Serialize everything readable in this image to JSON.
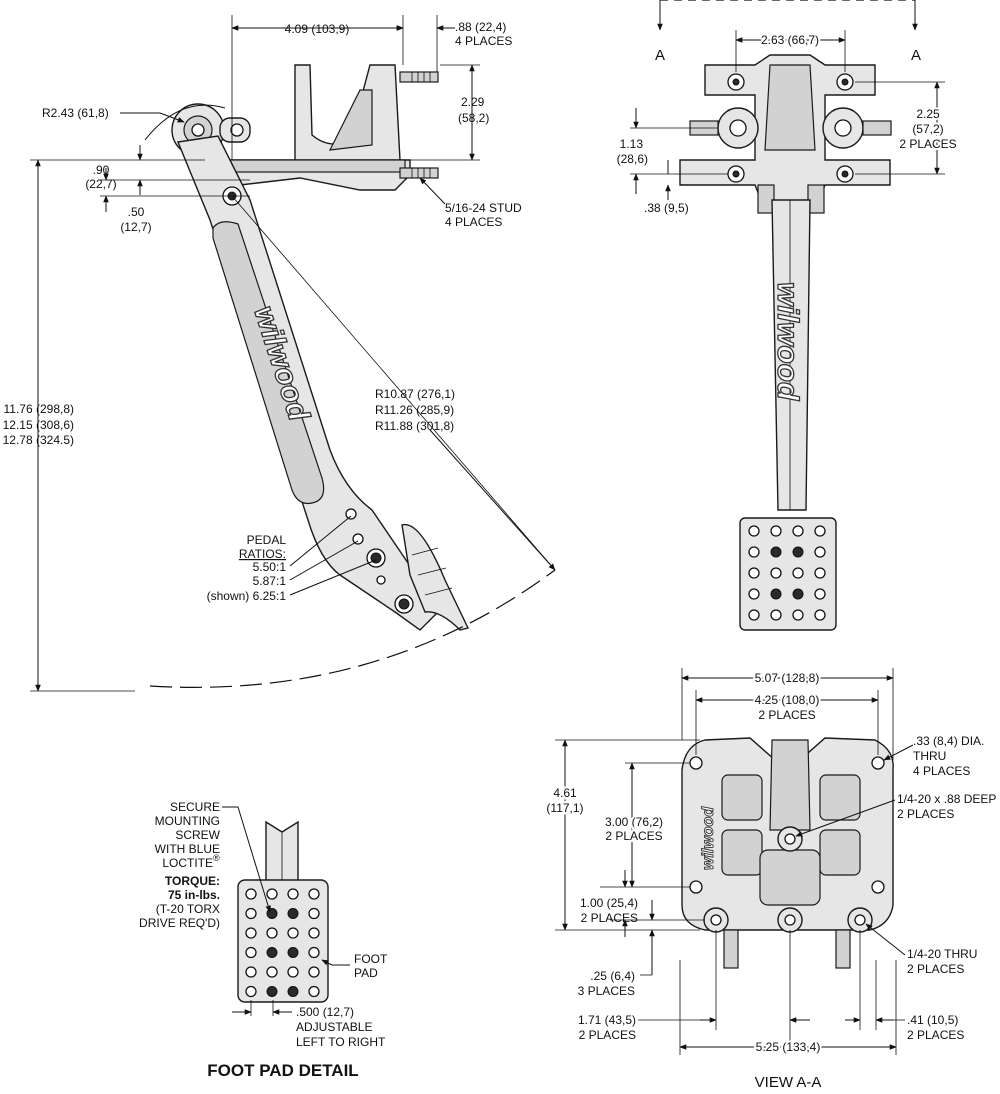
{
  "side_view": {
    "width_dim": "4.09 (103,9)",
    "stud_spacing": ".88 (22,4)",
    "stud_spacing_qty": "4 PLACES",
    "height_dim_1": "2.29",
    "height_dim_2": "(58,2)",
    "radius_top": "R2.43 (61,8)",
    "offset_90_1": ".90",
    "offset_90_2": "(22,7)",
    "offset_50_1": ".50",
    "offset_50_2": "(12,7)",
    "stud_label": "5/16-24 STUD",
    "stud_qty": "4 PLACES",
    "length_1": "11.76 (298,8)",
    "length_2": "12.15 (308,6)",
    "length_3": "12.78 (324.5)",
    "arc_1": "R10.87 (276,1)",
    "arc_2": "R11.26 (285,9)",
    "arc_3": "R11.88 (301,8)",
    "ratio_title_1": "PEDAL",
    "ratio_title_2": "RATIOS:",
    "ratio_1": "5.50:1",
    "ratio_2": "5.87:1",
    "ratio_3": "(shown) 6.25:1",
    "logo": "wilwood"
  },
  "front_view": {
    "section_mark": "A",
    "center_spacing": "2.63 (66,7)",
    "vert_1": "2.25",
    "vert_2": "(57,2)",
    "vert_qty": "2 PLACES",
    "left_1": "1.13",
    "left_2": "(28,6)",
    "bottom_offset": ".38 (9,5)",
    "logo": "wilwood"
  },
  "view_aa": {
    "title": "VIEW A-A",
    "overall_width": "5.07 (128,8)",
    "hole_spacing": "4.25 (108,0)",
    "hole_spacing_qty": "2 PLACES",
    "hole_dia_1": ".33 (8,4) DIA.",
    "hole_dia_2": "THRU",
    "hole_dia_3": "4 PLACES",
    "height_1": "4.61",
    "height_2": "(117,1)",
    "h300_1": "3.00 (76,2)",
    "h300_2": "2 PLACES",
    "tap_1": "1/4-20 x .88 DEEP",
    "tap_2": "2 PLACES",
    "h100_1": "1.00 (25,4)",
    "h100_2": "2 PLACES",
    "thru_1": "1/4-20 THRU",
    "thru_2": "2 PLACES",
    "h25_1": ".25 (6,4)",
    "h25_2": "3 PLACES",
    "w171_1": "1.71 (43,5)",
    "w171_2": "2 PLACES",
    "w41_1": ".41 (10,5)",
    "w41_2": "2 PLACES",
    "bottom_width": "5.25 (133,4)",
    "logo": "wilwood"
  },
  "foot_pad": {
    "title": "FOOT PAD DETAIL",
    "note_1": "SECURE",
    "note_2": "MOUNTING",
    "note_3": "SCREW",
    "note_4": "WITH BLUE",
    "note_5": "LOCTITE",
    "note_reg": "®",
    "torque_1": "TORQUE:",
    "torque_2": "75 in-lbs.",
    "torque_3": "(T-20 TORX",
    "torque_4": "DRIVE REQ'D)",
    "foot_1": "FOOT",
    "foot_2": "PAD",
    "adj_1": ".500 (12,7)",
    "adj_2": "ADJUSTABLE",
    "adj_3": "LEFT TO RIGHT"
  }
}
